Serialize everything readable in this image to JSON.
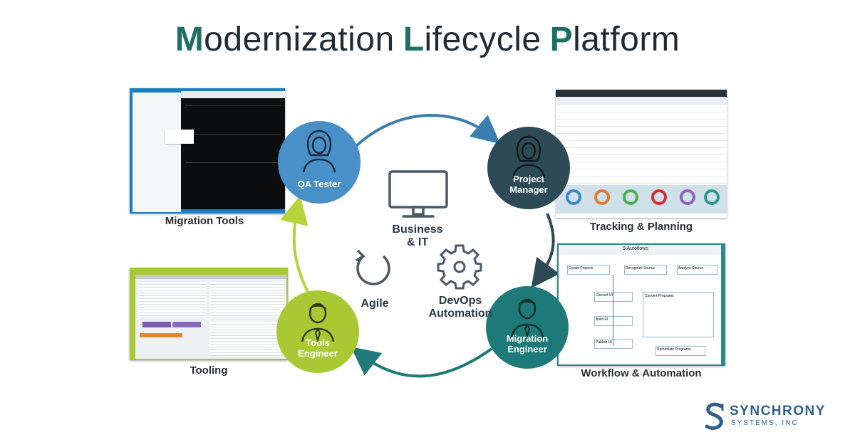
{
  "title": {
    "parts": [
      {
        "cap": "M",
        "rest": "odernization"
      },
      {
        "cap": "L",
        "rest": "ifecycle"
      },
      {
        "cap": "P",
        "rest": "latform"
      }
    ]
  },
  "screenshots": {
    "migration_tools": {
      "caption": "Migration Tools"
    },
    "tracking_planning": {
      "caption": "Tracking & Planning"
    },
    "tooling": {
      "caption": "Tooling"
    },
    "workflow_automation": {
      "caption": "Workflow & Automation",
      "header": "9 Autoflows",
      "nodes": [
        "Create Projects",
        "Recognize Source",
        "Analyze Source",
        "Convert UI",
        "Build UI",
        "Publish UI",
        "Convert Programs",
        "Remediate Programs"
      ]
    }
  },
  "roles": {
    "qa_tester": {
      "label": "QA Tester",
      "color": "#4a90c8"
    },
    "project_manager": {
      "label": "Project\nManager",
      "color": "#2e4a57"
    },
    "tools_engineer": {
      "label": "Tools\nEngineer",
      "color": "#a9c934"
    },
    "migration_engineer": {
      "label": "Migration\nEngineer",
      "color": "#1e7a78"
    }
  },
  "center": {
    "business_it": "Business\n& IT",
    "agile": "Agile",
    "devops": "DevOps\nAutomation"
  },
  "logo": {
    "name": "SYNCHRONY",
    "sub": "SYSTEMS, INC"
  }
}
